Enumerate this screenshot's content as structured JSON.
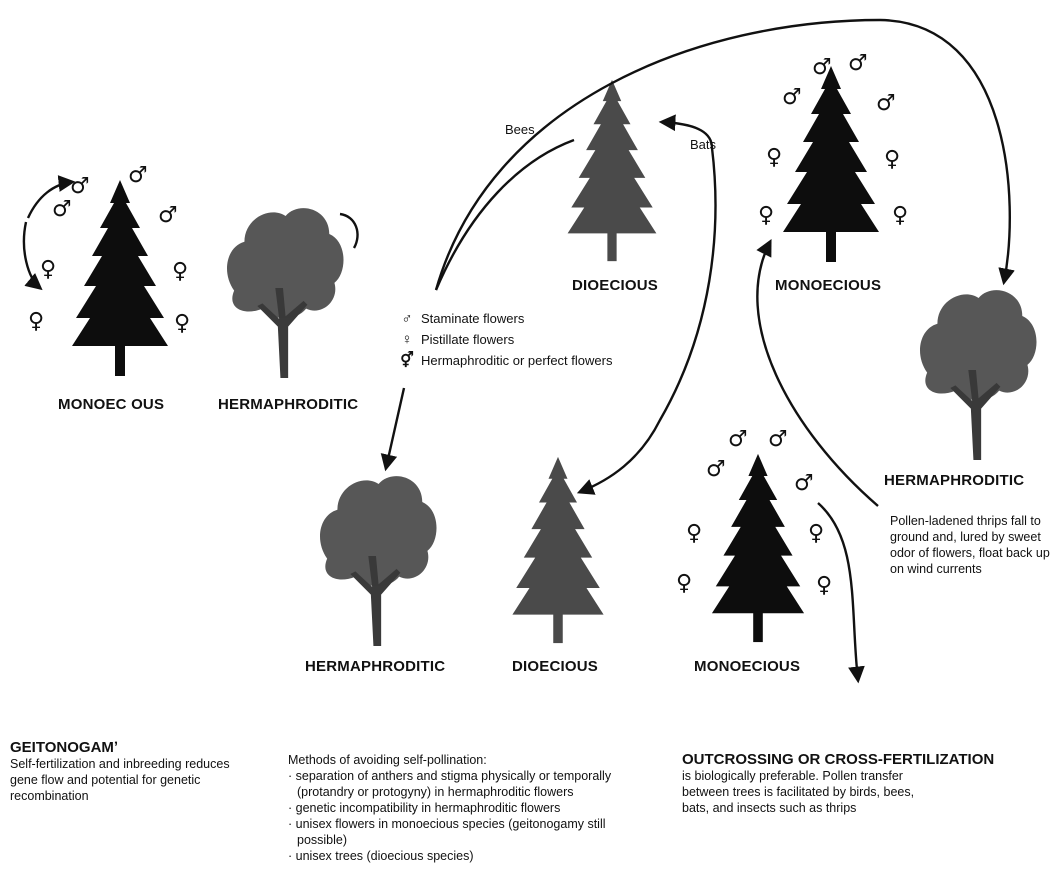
{
  "legend": {
    "staminate": {
      "symbol": "♂",
      "label": "Staminate flowers"
    },
    "pistillate": {
      "symbol": "♀",
      "label": "Pistillate flowers"
    },
    "hermaphroditic": {
      "symbol": "⚥",
      "label": "Hermaphroditic or perfect flowers"
    }
  },
  "tree_labels": {
    "monoecious_left": "MONOEC OUS",
    "hermaphroditic_left": "HERMAPHRODITIC",
    "dioecious_top": "DIOECIOUS",
    "monoecious_top": "MONOECIOUS",
    "hermaphroditic_right": "HERMAPHRODITIC",
    "hermaphroditic_bottom": "HERMAPHRODITIC",
    "dioecious_bottom": "DIOECIOUS",
    "monoecious_bottom": "MONOECIOUS"
  },
  "arrow_labels": {
    "bees": "Bees",
    "bats": "Bats"
  },
  "thrips_note": "Pollen-ladened thrips fall to ground and, lured by sweet odor of flowers, float back up on wind currents",
  "geitonogamy": {
    "heading": "GEITONOGAMʼ",
    "text": "Self-fertilization and inbreeding reduces gene flow and potential for genetic recombination"
  },
  "methods": {
    "heading": "Methods of avoiding self-pollination:",
    "items": [
      "separation of anthers and stigma physically or temporally (protandry or protogyny) in hermaphroditic flowers",
      "genetic incompatibility in hermaphroditic flowers",
      "unisex flowers in monoecious species (geitonogamy still possible)",
      "unisex trees (dioecious species)"
    ]
  },
  "outcrossing": {
    "heading": "OUTCROSSING OR CROSS-FERTILIZATION",
    "text": "is biologically preferable. Pollen transfer between trees is facilitated by birds, bees, bats, and insects such as thrips"
  }
}
